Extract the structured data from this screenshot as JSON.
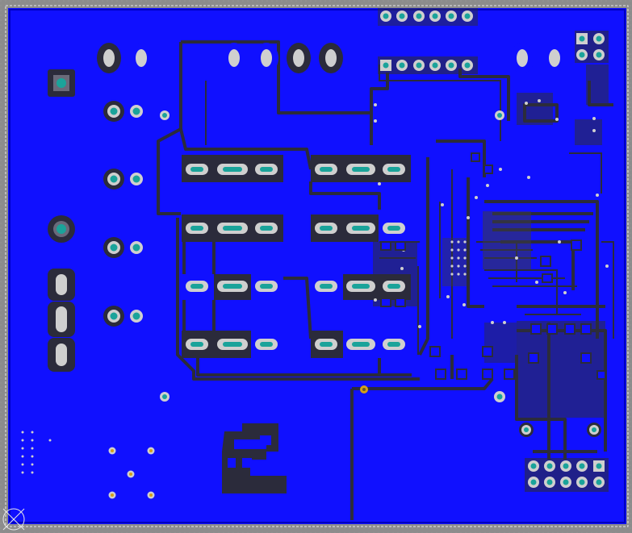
{
  "window": {
    "title": ""
  },
  "colors": {
    "background": "#8c8c8c",
    "board_outline": "#e0e0e0",
    "copper_pour": "#1010ff",
    "trace_dark": "#2a2a3a",
    "pad_silver": "#cfcfcf",
    "pad_teal": "#1aa39a",
    "via_fill": "#b8b8b8",
    "via_hole": "#1aa39a",
    "gold_via": "#d4a017"
  },
  "layers": {
    "active_layer": "bottom-copper",
    "visible": [
      "bottom-copper",
      "pads",
      "vias",
      "board-outline"
    ]
  },
  "icons": {
    "origin_marker": "crosshair-circle-icon"
  }
}
